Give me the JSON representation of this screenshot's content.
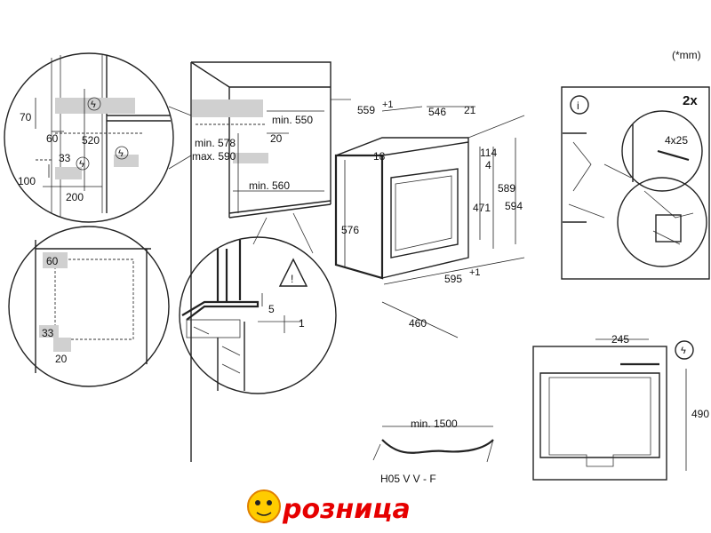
{
  "unit_note": "(*mm)",
  "top_left_detail": {
    "d70": "70",
    "d60": "60",
    "d520": "520",
    "d33": "33",
    "d100": "100",
    "d200": "200"
  },
  "cabinet": {
    "min550": "min. 550",
    "d20": "20",
    "min578": "min. 578",
    "max590": "max. 590",
    "min560": "min. 560"
  },
  "oven": {
    "d559": "559",
    "d559_sup": "+1",
    "d546": "546",
    "d21": "21",
    "d18": "18",
    "d114": "114",
    "d4": "4",
    "d576": "576",
    "d471": "471",
    "d589": "589",
    "d594": "594",
    "d595": "595",
    "d595_sup": "+1",
    "d460": "460"
  },
  "lower_left_detail": {
    "d60": "60",
    "d33": "33",
    "d20": "20"
  },
  "bottom_mid_detail": {
    "d5": "5",
    "d1": "1"
  },
  "screws": {
    "count": "2x",
    "size": "4x25"
  },
  "cable": {
    "length": "min. 1500",
    "type": "H05 V V - F"
  },
  "back_view": {
    "d245": "245",
    "d490": "490"
  },
  "logo": {
    "text": "розница"
  }
}
